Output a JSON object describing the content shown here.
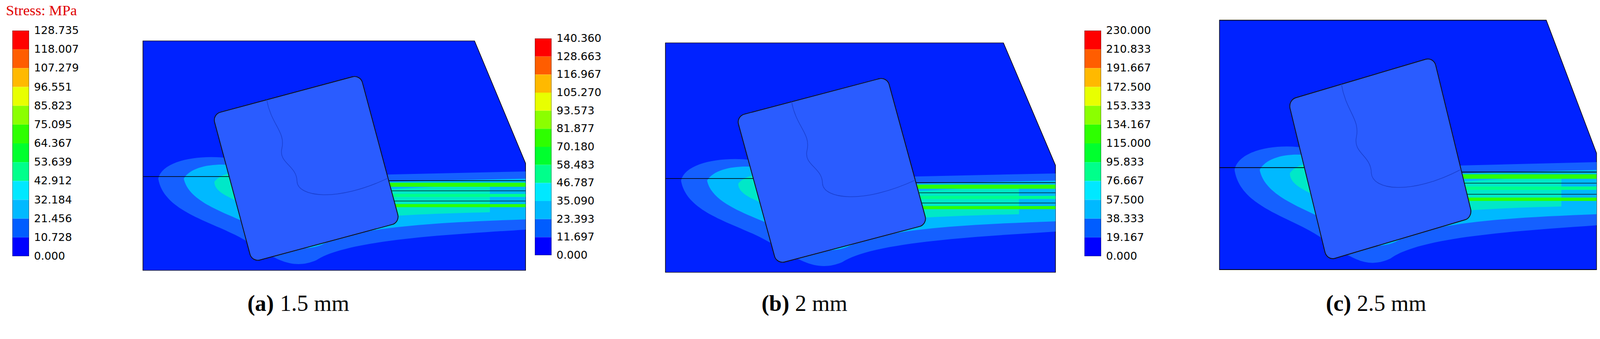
{
  "diagram": {
    "labels": [
      "Stress: MPa",
      "128.735",
      "118.007",
      "107.279",
      "96.551",
      "85.823",
      "75.095",
      "64.367",
      "53.639",
      "42.912",
      "32.184",
      "21.456",
      "10.728",
      "0.000",
      "140.360",
      "128.663",
      "116.967",
      "105.270",
      "93.573",
      "81.877",
      "70.180",
      "58.483",
      "46.787",
      "35.090",
      "23.393",
      "11.697",
      "0.000",
      "230.000",
      "210.833",
      "191.667",
      "172.500",
      "153.333",
      "134.167",
      "115.000",
      "95.833",
      "76.667",
      "57.500",
      "38.333",
      "19.167",
      "0.000",
      "(a)",
      "1.5 mm",
      "(b)",
      "2 mm",
      "(c)",
      "2.5 mm"
    ]
  }
}
